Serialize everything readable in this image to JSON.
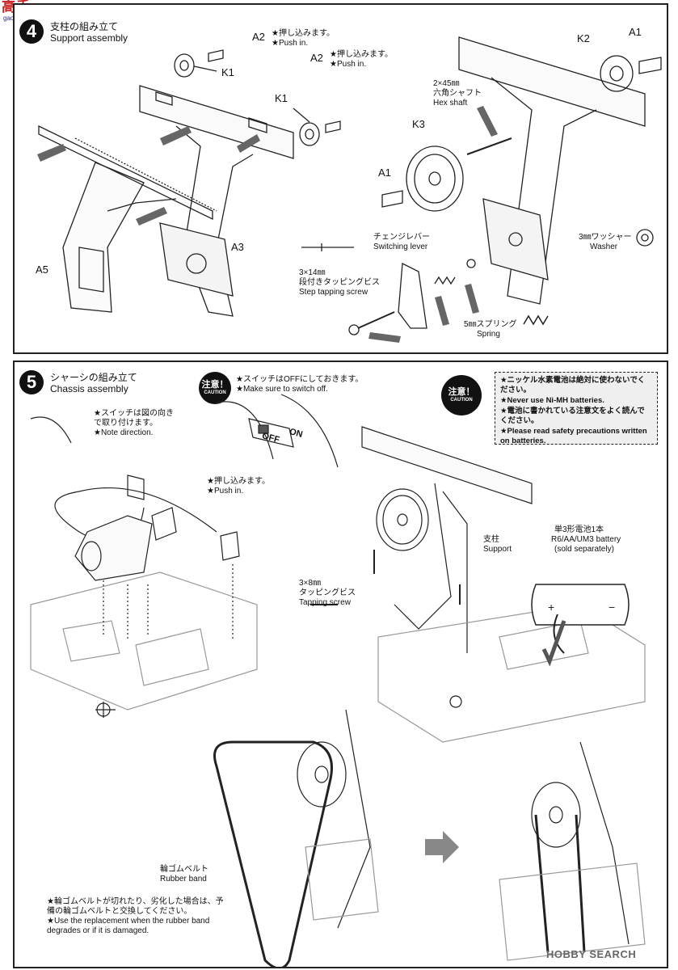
{
  "watermark_top": {
    "text": "高手",
    "sub": "gaoshou.com"
  },
  "step4": {
    "number": "4",
    "title_jp": "支柱の組み立て",
    "title_en": "Support assembly",
    "labels": {
      "a2_1": "A2",
      "push_in_1_jp": "★押し込みます。",
      "push_in_1_en": "★Push in.",
      "k1_1": "K1",
      "a2_2": "A2",
      "push_in_2_jp": "★押し込みます。",
      "push_in_2_en": "★Push in.",
      "k1_2": "K1",
      "a3": "A3",
      "a5": "A5",
      "k2": "K2",
      "a1_top": "A1",
      "hex_size": "2×45㎜",
      "hex_jp": "六角シャフト",
      "hex_en": "Hex shaft",
      "k3": "K3",
      "a1_mid": "A1",
      "lever_jp": "チェンジレバー",
      "lever_en": "Switching lever",
      "washer_size": "3㎜ワッシャー",
      "washer_en": "Washer",
      "screw_size": "3×14㎜",
      "screw_jp": "段付きタッピングビス",
      "screw_en": "Step tapping screw",
      "spring_size": "5㎜スプリング",
      "spring_en": "Spring"
    }
  },
  "step5": {
    "number": "5",
    "title_jp": "シャーシの組み立て",
    "title_en": "Chassis assembly",
    "caution_jp": "注意！",
    "caution_en": "CAUTION",
    "switch_note_jp": "★スイッチはOFFにしておきます。",
    "switch_note_en": "★Make sure to switch off.",
    "switch_off": "OFF",
    "switch_on": "ON",
    "battery_warning": [
      "★ニッケル水素電池は絶対に使わないでください。",
      "★Never use Ni-MH batteries.",
      "★電池に書かれている注意文をよく読んでください。",
      "★Please read safety precautions written on batteries."
    ],
    "direction_jp": "★スイッチは図の向きで取り付けます。",
    "direction_en": "★Note direction.",
    "push_in_jp": "★押し込みます。",
    "push_in_en": "★Push in.",
    "support_jp": "支柱",
    "support_en": "Support",
    "battery_jp": "単3形電池1本",
    "battery_en": "R6/AA/UM3 battery",
    "battery_sold": "(sold separately)",
    "tap_size": "3×8㎜",
    "tap_jp": "タッピングビス",
    "tap_en": "Tapping screw",
    "band_jp": "輪ゴムベルト",
    "band_en": "Rubber band",
    "replace_jp": "★輪ゴムベルトが切れたり、劣化した場合は、予備の輪ゴムベルトと交換してください。",
    "replace_en": "★Use the replacement when the rubber band degrades or if it is damaged."
  },
  "footer_watermark": "HOBBY SEARCH"
}
